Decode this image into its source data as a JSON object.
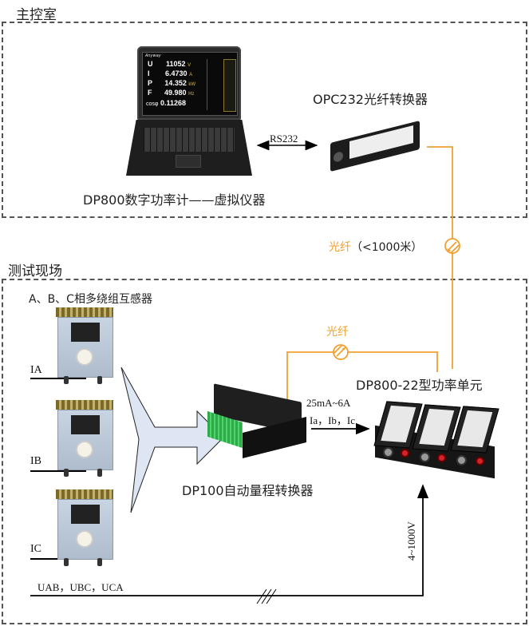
{
  "zones": {
    "control_room": {
      "title": "主控室"
    },
    "test_site": {
      "title": "测试现场"
    }
  },
  "laptop": {
    "caption": "DP800数字功率计——虚拟仪器",
    "screen": {
      "brand": "Anyway",
      "readings": [
        {
          "symbol": "U",
          "value": "11052",
          "unit": "V"
        },
        {
          "symbol": "I",
          "value": "6.4730",
          "unit": "A"
        },
        {
          "symbol": "P",
          "value": "14.352",
          "unit": "kW"
        },
        {
          "symbol": "F",
          "value": "49.980",
          "unit": "Hz"
        }
      ],
      "cos_label": "cosφ",
      "cos_value": "0.11268"
    }
  },
  "rs232_link": {
    "label": "RS232"
  },
  "opc232": {
    "caption": "OPC232光纤转换器"
  },
  "fiber_long": {
    "label_colored": "光纤",
    "label_rest": "（<1000米）"
  },
  "fiber_short": {
    "label": "光纤"
  },
  "transformers": {
    "caption": "A、B、C相多绕组互感器",
    "phases": [
      {
        "label": "IA"
      },
      {
        "label": "IB"
      },
      {
        "label": "IC"
      }
    ]
  },
  "dp100": {
    "caption": "DP100自动量程转换器"
  },
  "current_link": {
    "range": "25mA~6A",
    "signals": "Ia，Ib，Ic"
  },
  "power_unit": {
    "caption": "DP800-22型功率单元"
  },
  "voltage_link": {
    "signals": "UAB，UBC，UCA",
    "range": "4~1000V"
  },
  "colors": {
    "fiber": "#f0a030",
    "dashed_border": "#555555",
    "arrow_fill": "#dde6f2"
  }
}
